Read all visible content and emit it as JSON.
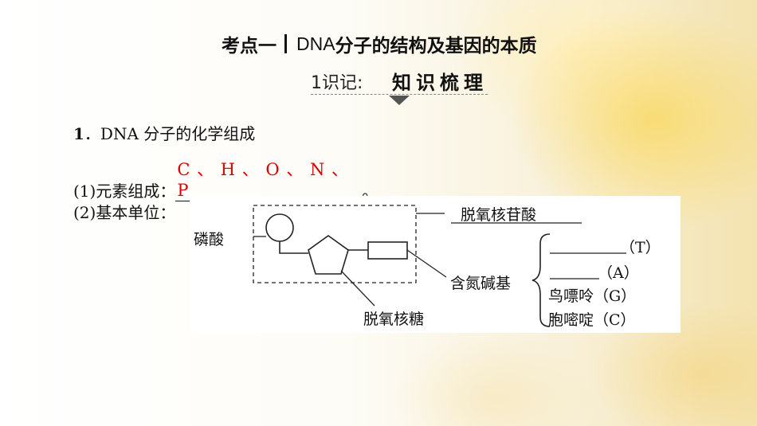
{
  "header": {
    "title_prefix": "考点一",
    "title_dna": "DNA",
    "title_rest": "分子的结构及基因的本质",
    "banner_prefix": "1识记:",
    "banner_main": "知识梳理"
  },
  "content": {
    "item1_num": "1",
    "item1_text": "．DNA 分子的化学组成",
    "item2_label": "(1)元素组成：",
    "item2_answer": "C 、 H 、 O 、 N 、 P",
    "item2_end": "。",
    "item3_label": "(2)基本单位："
  },
  "diagram": {
    "phosphate": "磷酸",
    "unit": "脱氧核苷酸",
    "base": "含氮碱基",
    "sugar": "脱氧核糖",
    "base_T": "（T）",
    "base_A": "（A）",
    "base_G": "鸟嘌呤（G）",
    "base_C": "胞嘧啶（C）"
  },
  "colors": {
    "answer": "#e00000"
  }
}
